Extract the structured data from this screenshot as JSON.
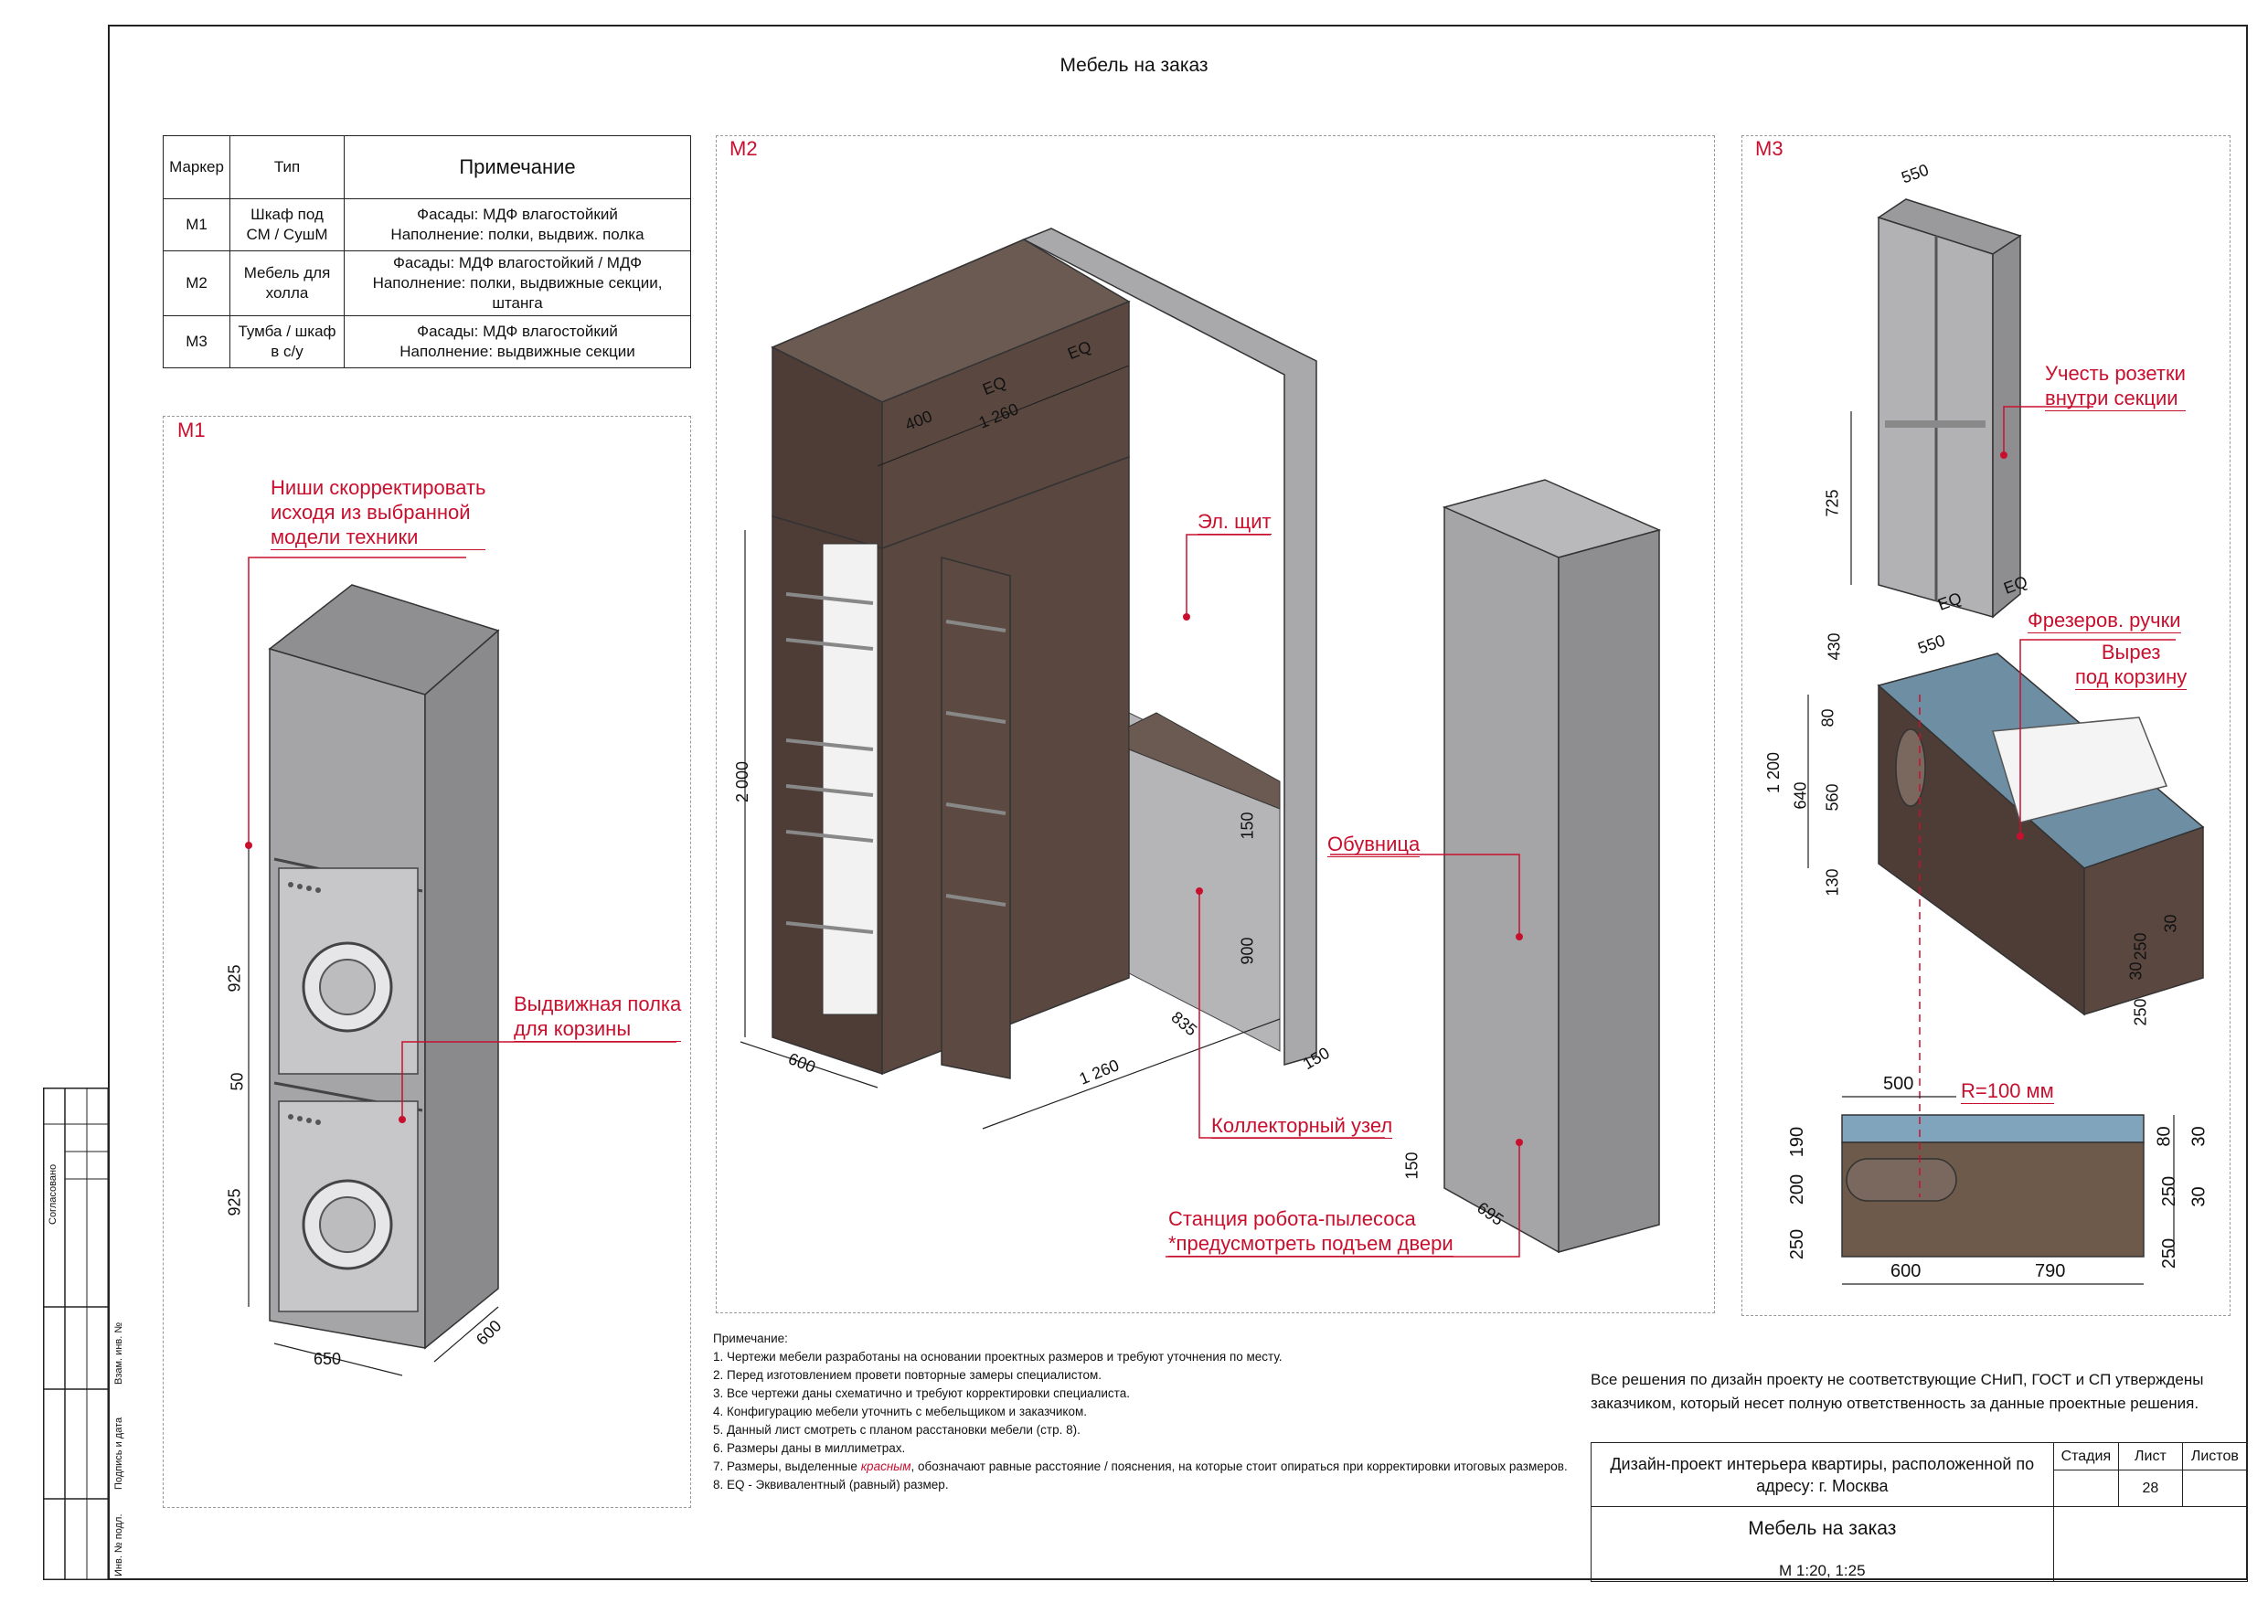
{
  "sheet": {
    "title": "Мебель на заказ"
  },
  "legend": {
    "headers": [
      "Маркер",
      "Тип",
      "Примечание"
    ],
    "rows": [
      {
        "marker": "М1",
        "type_line1": "Шкаф под",
        "type_line2": "СМ / СушМ",
        "note_line1": "Фасады: МДФ влагостойкий",
        "note_line2": "Наполнение: полки, выдвиж. полка"
      },
      {
        "marker": "М2",
        "type_line1": "Мебель для",
        "type_line2": "холла",
        "note_line1": "Фасады: МДФ влагостойкий / МДФ",
        "note_line2": "Наполнение: полки, выдвижные секции, штанга"
      },
      {
        "marker": "М3",
        "type_line1": "Тумба / шкаф",
        "type_line2": "в с/у",
        "note_line1": "Фасады: МДФ влагостойкий",
        "note_line2": "Наполнение: выдвижные секции"
      }
    ]
  },
  "panels": {
    "m1": {
      "label": "М1",
      "note_niche_1": "Ниши скорректировать",
      "note_niche_2": "исходя из выбранной",
      "note_niche_3": "модели техники",
      "note_shelf_1": "Выдвижная полка",
      "note_shelf_2": "для корзины",
      "dims": {
        "h1": "925",
        "gap": "50",
        "h2": "925",
        "w": "650",
        "d": "600"
      }
    },
    "m2": {
      "label": "М2",
      "note_panel": "Эл. щит",
      "note_shoe": "Обувница",
      "note_collector": "Коллекторный узел",
      "note_robot_1": "Станция робота-пылесоса",
      "note_robot_2": "*предусмотреть подъем двери",
      "dims": {
        "top_w": "1 260",
        "eq1": "EQ",
        "eq2": "EQ",
        "top_h": "400",
        "height": "2 000",
        "depth": "600",
        "bottom_w": "1 260",
        "niche_h": "150",
        "niche_z": "900",
        "side_d": "835",
        "side_w": "150",
        "cab_h": "150",
        "cab_d": "695"
      }
    },
    "m3": {
      "label": "М3",
      "note_socket_1": "Учесть розетки",
      "note_socket_2": "внутри секции",
      "note_handles": "Фрезеров. ручки",
      "note_cutout_1": "Вырез",
      "note_cutout_2": "под корзину",
      "note_radius": "R=100 мм",
      "dims": {
        "top_w": "550",
        "h725": "725",
        "eq1": "EQ",
        "eq2": "EQ",
        "h430": "430",
        "w550": "550",
        "h1200": "1 200",
        "h80": "80",
        "h640": "640",
        "h560": "560",
        "h130": "130",
        "d30a": "30",
        "d250a": "250",
        "d30b": "30",
        "d250b": "250",
        "s500": "500",
        "s190": "190",
        "s200": "200",
        "s250": "250",
        "s80": "80",
        "s30a": "30",
        "s250r": "250",
        "s30b": "30",
        "s250r2": "250",
        "s600": "600",
        "s790": "790"
      }
    }
  },
  "notes": {
    "head": "Примечание:",
    "items": [
      "1. Чертежи мебели разработаны на основании проектных размеров и требуют уточнения по месту.",
      "2. Перед изготовлением провети повторные замеры специалистом.",
      "3. Все чертежи даны схематично и требуют корректировки специалиста.",
      "4. Конфигурацию мебели уточнить с мебельщиком и заказчиком.",
      "5. Данный лист смотреть с планом расстановки мебели (стр. 8).",
      "6. Размеры даны в миллиметрах."
    ],
    "item7_a": "7. Размеры, выделенные ",
    "item7_red": "красным",
    "item7_b": ", обозначают равные расстояние / пояснения, на которые стоит опираться при корректировки итоговых размеров.",
    "item8": "8. EQ - Эквивалентный (равный) размер."
  },
  "disclaimer": "Все решения по дизайн проекту не соответствующие СНиП, ГОСТ и СП утверждены заказчиком, который несет полную ответственность за данные проектные решения.",
  "title_block": {
    "project": "Дизайн-проект интерьера квартиры, расположенной по адресу: г. Москва",
    "stage_label": "Стадия",
    "sheet_label": "Лист",
    "sheets_label": "Листов",
    "sheet_no": "28",
    "name": "Мебель на заказ",
    "scale": "М 1:20, 1:25"
  },
  "side_strip": {
    "agreed": "Согласовано",
    "inv_replace": "Взам. инв. №",
    "sign_date": "Подпись и дата",
    "inv_orig": "Инв. № подл."
  }
}
